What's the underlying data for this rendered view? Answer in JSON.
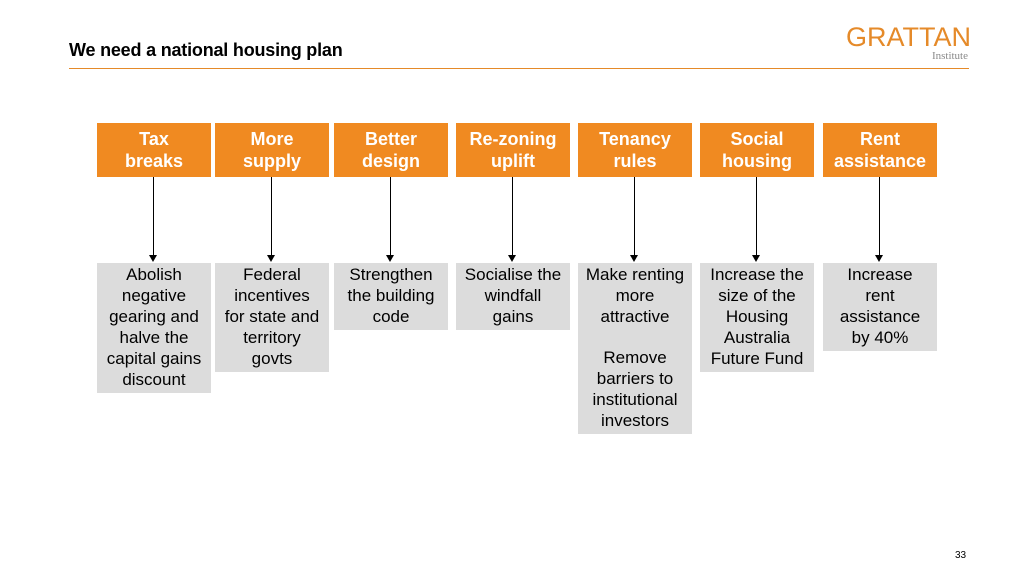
{
  "slide": {
    "title": "We need a national housing plan",
    "page_number": "33"
  },
  "logo": {
    "main": "GRATTAN",
    "sub": "Institute"
  },
  "colors": {
    "accent": "#f08a21",
    "box_fill": "#dcdcdc",
    "rule": "#e58a29"
  },
  "columns": [
    {
      "header": [
        "Tax",
        "breaks"
      ],
      "body": [
        "Abolish",
        "negative",
        "gearing and",
        "halve the",
        "capital gains",
        "discount"
      ]
    },
    {
      "header": [
        "More",
        "supply"
      ],
      "body": [
        "Federal",
        "incentives",
        "for state and",
        "territory",
        "govts"
      ]
    },
    {
      "header": [
        "Better",
        "design"
      ],
      "body": [
        "Strengthen",
        "the building",
        "code"
      ]
    },
    {
      "header": [
        "Re-zoning",
        "uplift"
      ],
      "body": [
        "Socialise the",
        "windfall",
        "gains"
      ]
    },
    {
      "header": [
        "Tenancy",
        "rules"
      ],
      "body": [
        "Make renting",
        "more",
        "attractive",
        "",
        "Remove",
        "barriers to",
        "institutional",
        "investors"
      ]
    },
    {
      "header": [
        "Social",
        "housing"
      ],
      "body": [
        "Increase the",
        "size of the",
        "Housing",
        "Australia",
        "Future Fund"
      ]
    },
    {
      "header": [
        "Rent",
        "assistance"
      ],
      "body": [
        "Increase",
        "rent",
        "assistance",
        "by 40%"
      ]
    }
  ]
}
